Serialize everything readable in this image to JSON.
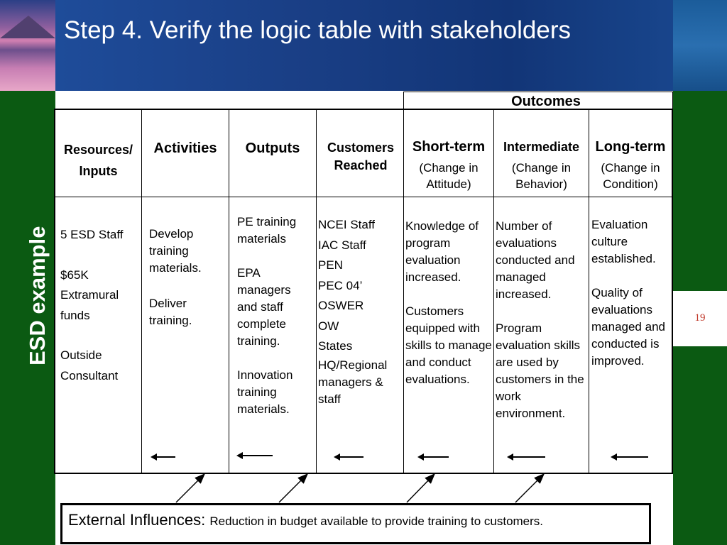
{
  "slide": {
    "title": "Step 4.  Verify the logic table with stakeholders",
    "side_label": "ESD example",
    "page_number": "19"
  },
  "table": {
    "outcomes_header": "Outcomes",
    "headers": {
      "resources_line1": "Resources/",
      "resources_line2": "Inputs",
      "activities": "Activities",
      "outputs": "Outputs",
      "customers_line1": "Customers",
      "customers_line2": "Reached",
      "short_term": "Short-term",
      "short_term_sub": "(Change in Attitude)",
      "intermediate": "Intermediate",
      "intermediate_sub": "(Change in Behavior)",
      "long_term": "Long-term",
      "long_term_sub": "(Change in Condition)"
    },
    "body": {
      "resources": [
        "5 ESD Staff",
        "$65K",
        "Extramural",
        "funds",
        "Outside",
        "Consultant"
      ],
      "activities": [
        "Develop training materials.",
        "Deliver training."
      ],
      "outputs": [
        "PE training materials",
        "EPA managers and staff complete training.",
        "Innovation training materials."
      ],
      "customers": [
        "NCEI Staff",
        "IAC Staff",
        "PEN",
        "PEC 04’",
        "OSWER",
        "OW",
        "States",
        "HQ/Regional managers & staff"
      ],
      "short_term": [
        "Knowledge of program evaluation increased.",
        "Customers equipped with skills to manage and conduct evaluations."
      ],
      "intermediate": [
        "Number of evaluations conducted and managed increased.",
        "Program evaluation skills are used by customers in the work environment."
      ],
      "long_term": [
        "Evaluation culture established.",
        "Quality of evaluations managed and conducted is improved."
      ]
    }
  },
  "external": {
    "label": "External Influences:",
    "text": "Reduction in budget available to provide training to customers."
  },
  "colors": {
    "header_blue": "#1a3f86",
    "band_green": "#0b5a12",
    "page_number": "#c0392b"
  }
}
